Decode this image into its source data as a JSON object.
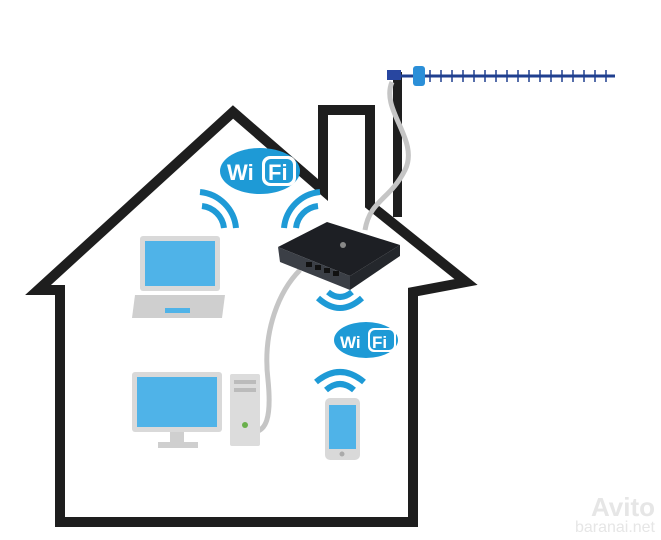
{
  "wifi_logo": {
    "wi": "Wi",
    "fi": "Fi"
  },
  "watermark": {
    "brand": "Avito",
    "site": "baranai.net"
  },
  "colors": {
    "outline": "#1e1e1e",
    "wifi_blue": "#1e9ad6",
    "screen_blue": "#4fb3e8",
    "router": "#2a2d33",
    "cable": "#c8c8c8",
    "antenna": "#1f3f8f"
  }
}
